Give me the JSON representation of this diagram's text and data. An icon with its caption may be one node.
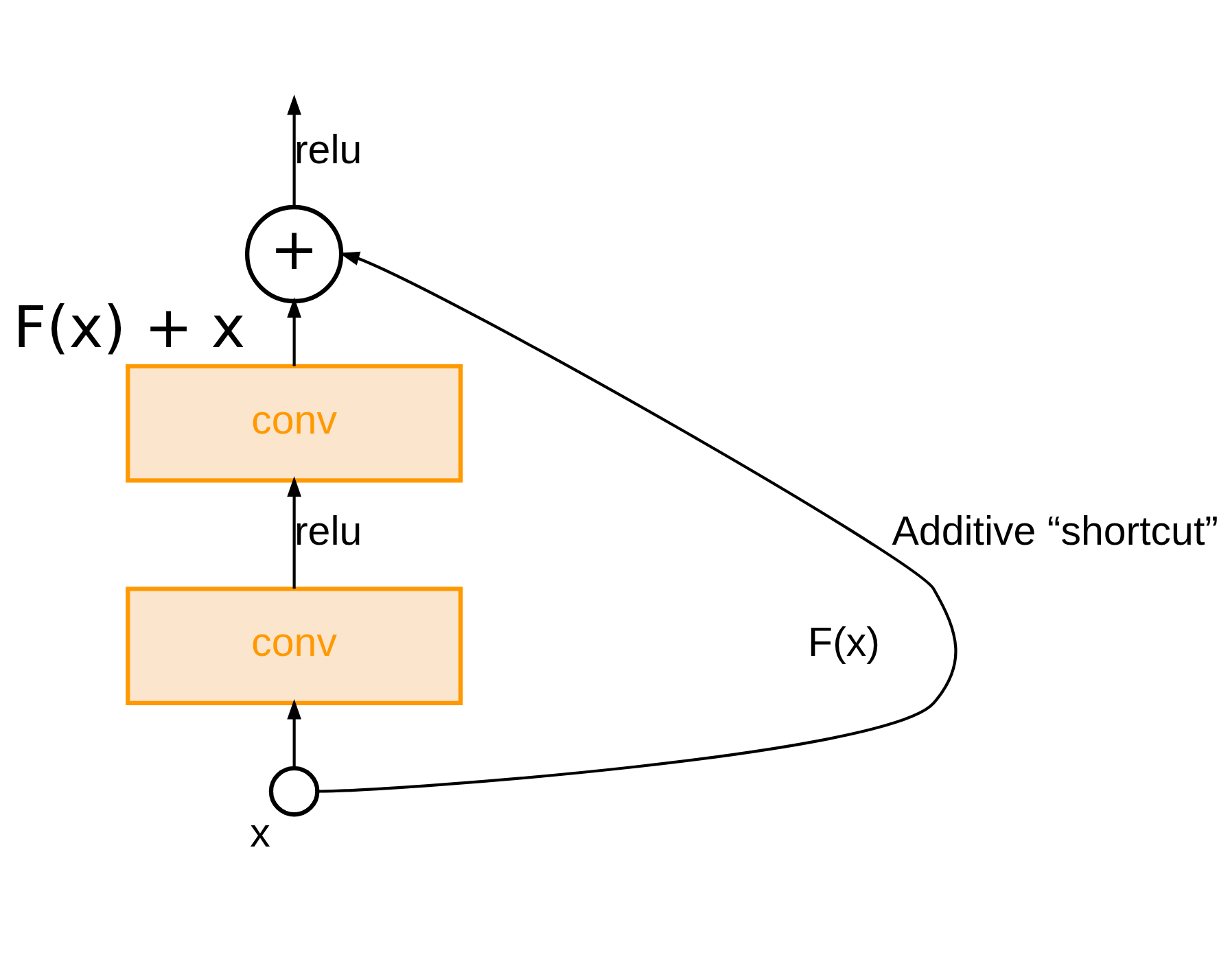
{
  "diagram": {
    "nodes": [
      {
        "text": [
          "+"
        ],
        "beside": [
          "F(x) + x"
        ]
      },
      {
        "text": [
          "conv"
        ]
      },
      {
        "text": [
          "conv"
        ]
      },
      {
        "text": [],
        "shape": "circle",
        "beside": [
          "x"
        ]
      }
    ],
    "edges": [
      {
        "from": 0,
        "to": null,
        "arrow": "to",
        "label": "relu"
      },
      {
        "from": 1,
        "to": 0,
        "arrow": "to"
      },
      {
        "from": 2,
        "to": 1,
        "arrow": "to",
        "label": "relu"
      },
      {
        "from": 3,
        "to": 2,
        "arrow": "to"
      },
      {
        "from": 3,
        "to": 0,
        "arrow": "to",
        "label": "Additive “shortcut”"
      }
    ],
    "labels": [
      "F(x)"
    ]
  }
}
